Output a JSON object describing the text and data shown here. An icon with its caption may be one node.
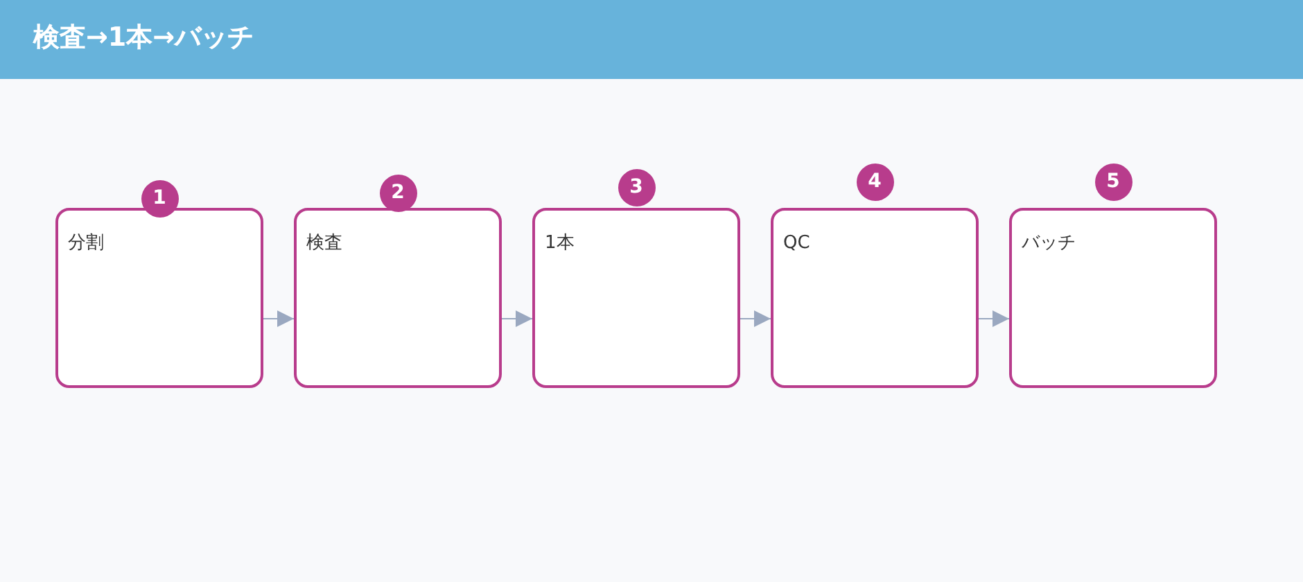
{
  "diagram": {
    "title": "検査→1本→バッチ",
    "nodes": [
      {
        "text": [
          "分割"
        ],
        "beside": [
          "1"
        ]
      },
      {
        "text": [
          "検査"
        ],
        "beside": [
          "2"
        ]
      },
      {
        "text": [
          "1本"
        ],
        "beside": [
          "3"
        ]
      },
      {
        "text": [
          "QC"
        ],
        "beside": [
          "4"
        ]
      },
      {
        "text": [
          "バッチ"
        ],
        "beside": [
          "5"
        ]
      }
    ],
    "edges": [
      {
        "from": 0,
        "to": 1,
        "arrow": "to"
      },
      {
        "from": 1,
        "to": 2,
        "arrow": "to"
      },
      {
        "from": 2,
        "to": 3,
        "arrow": "to"
      },
      {
        "from": 3,
        "to": 4,
        "arrow": "to"
      }
    ]
  }
}
